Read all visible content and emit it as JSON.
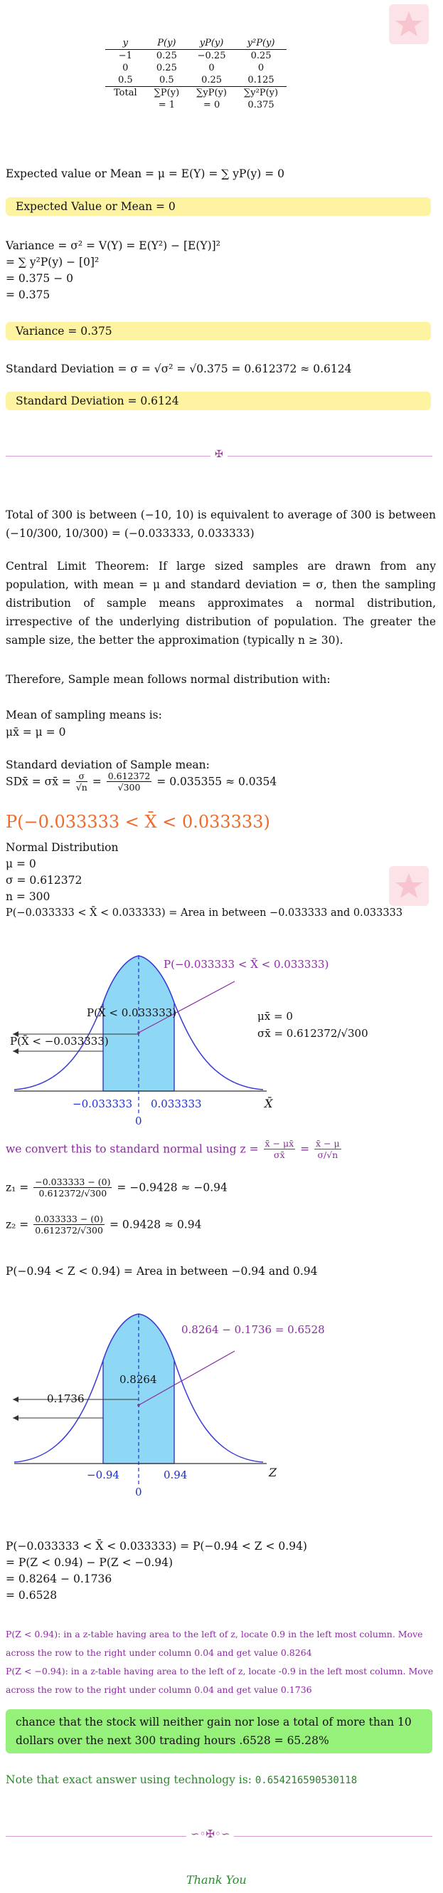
{
  "table": {
    "headers": [
      "y",
      "P(y)",
      "yP(y)",
      "y²P(y)"
    ],
    "rows": [
      [
        "−1",
        "0.25",
        "−0.25",
        "0.25"
      ],
      [
        "0",
        "0.25",
        "0",
        "0"
      ],
      [
        "0.5",
        "0.5",
        "0.25",
        "0.125"
      ]
    ],
    "total": [
      "Total",
      "∑P(y)",
      "∑yP(y)",
      "∑y²P(y)"
    ],
    "total_values": [
      "",
      "= 1",
      "= 0",
      "0.375"
    ]
  },
  "mean": {
    "formula": "Expected value or Mean = μ = E(Y) = ∑ yP(y) = 0",
    "result": "Expected Value or Mean = 0"
  },
  "variance": {
    "lines": [
      "Variance = σ² = V(Y) = E(Y²) − [E(Y)]²",
      "= ∑ y²P(y) − [0]²",
      "= 0.375 − 0",
      "= 0.375"
    ],
    "result": "Variance = 0.375"
  },
  "sd": {
    "formula": "Standard Deviation = σ = √σ² = √0.375 = 0.612372 ≈ 0.6124",
    "result": "Standard Deviation = 0.6124"
  },
  "part2": {
    "intro": "Total of 300 is between (−10, 10) is equivalent to average of 300 is between (−10/300, 10/300) = (−0.033333, 0.033333)",
    "clt": "Central Limit Theorem: If large sized samples are drawn from any population, with mean = μ and standard deviation = σ, then the sampling distribution of sample means approximates a normal distribution, irrespective of the underlying distribution of population. The greater the sample size, the better the approximation (typically n ≥ 30).",
    "therefore": "Therefore, Sample mean follows normal distribution with:",
    "mean_label": "Mean of sampling means is:",
    "mean_value": "μx̄ = μ = 0",
    "sd_label": "Standard deviation of Sample mean:",
    "sd_lhs": "SDx̄ = σx̄ =",
    "sd_frac1_num": "σ",
    "sd_frac1_den": "√n",
    "sd_frac2_num": "0.612372",
    "sd_frac2_den": "√300",
    "sd_result": "= 0.035355 ≈ 0.0354",
    "prob_heading": "P(−0.033333 < X̄ < 0.033333)",
    "nd_lines": [
      "Normal Distribution",
      "μ = 0",
      "σ = 0.612372",
      "n = 300",
      "P(−0.033333 < X̄ < 0.033333) = Area in between −0.033333 and 0.033333"
    ]
  },
  "graph1": {
    "top_label": "P(−0.033333 < X̄ < 0.033333)",
    "left_label1": "P(X̄ < 0.033333)",
    "left_label2": "P(X̄ < −0.033333)",
    "info1": "μx̄ = 0",
    "info2": "σx̄ = 0.612372/√300",
    "tick_left": "−0.033333",
    "tick_right": "0.033333",
    "tick_zero": "0",
    "axis": "X̄"
  },
  "convert": {
    "text": "we convert this to standard normal using z =",
    "f1_num": "x̄ − μx̄",
    "f1_den": "σx̄",
    "f2_num": "x̄ − μ",
    "f2_den": "σ/√n",
    "z1_lhs": "z₁ =",
    "z1_num": "−0.033333 − (0)",
    "z1_den": "0.612372/√300",
    "z1_res": "= −0.9428 ≈ −0.94",
    "z2_lhs": "z₂ =",
    "z2_num": "0.033333 − (0)",
    "z2_den": "0.612372/√300",
    "z2_res": "= 0.9428 ≈ 0.94",
    "area": "P(−0.94 < Z < 0.94) = Area in between −0.94 and 0.94"
  },
  "graph2": {
    "top_label": "0.8264 − 0.1736 = 0.6528",
    "mid_label": "0.8264",
    "left_label": "0.1736",
    "tick_left": "−0.94",
    "tick_right": "0.94",
    "tick_zero": "0",
    "axis": "Z"
  },
  "final": {
    "lines": [
      "P(−0.033333 < X̄ < 0.033333) = P(−0.94 < Z < 0.94)",
      "= P(Z < 0.94) − P(Z < −0.94)",
      "= 0.8264 − 0.1736",
      "= 0.6528"
    ],
    "note1": "P(Z < 0.94): in a z-table having area to the left of z, locate 0.9 in the left most column. Move across the row to the right under column 0.04 and get value 0.8264",
    "note2": "P(Z < −0.94): in a z-table having area to the left of z, locate -0.9 in the left most column. Move across the row to the right under column 0.04 and get value 0.1736",
    "answer": "chance that the stock will neither gain nor lose a total of more than 10 dollars over the next 300 trading hours .6528 = 65.28%",
    "tech_label": "Note that exact answer using technology is:",
    "tech_value": "0.654216590530118",
    "thanks": "Thank You"
  },
  "colors": {
    "highlight": "#fdf3a0",
    "answer_box": "#96f17a",
    "shade": "#8fd8f5",
    "curve": "#3a3ad8",
    "purple": "#8a2b9f",
    "orange": "#f06a2a"
  }
}
